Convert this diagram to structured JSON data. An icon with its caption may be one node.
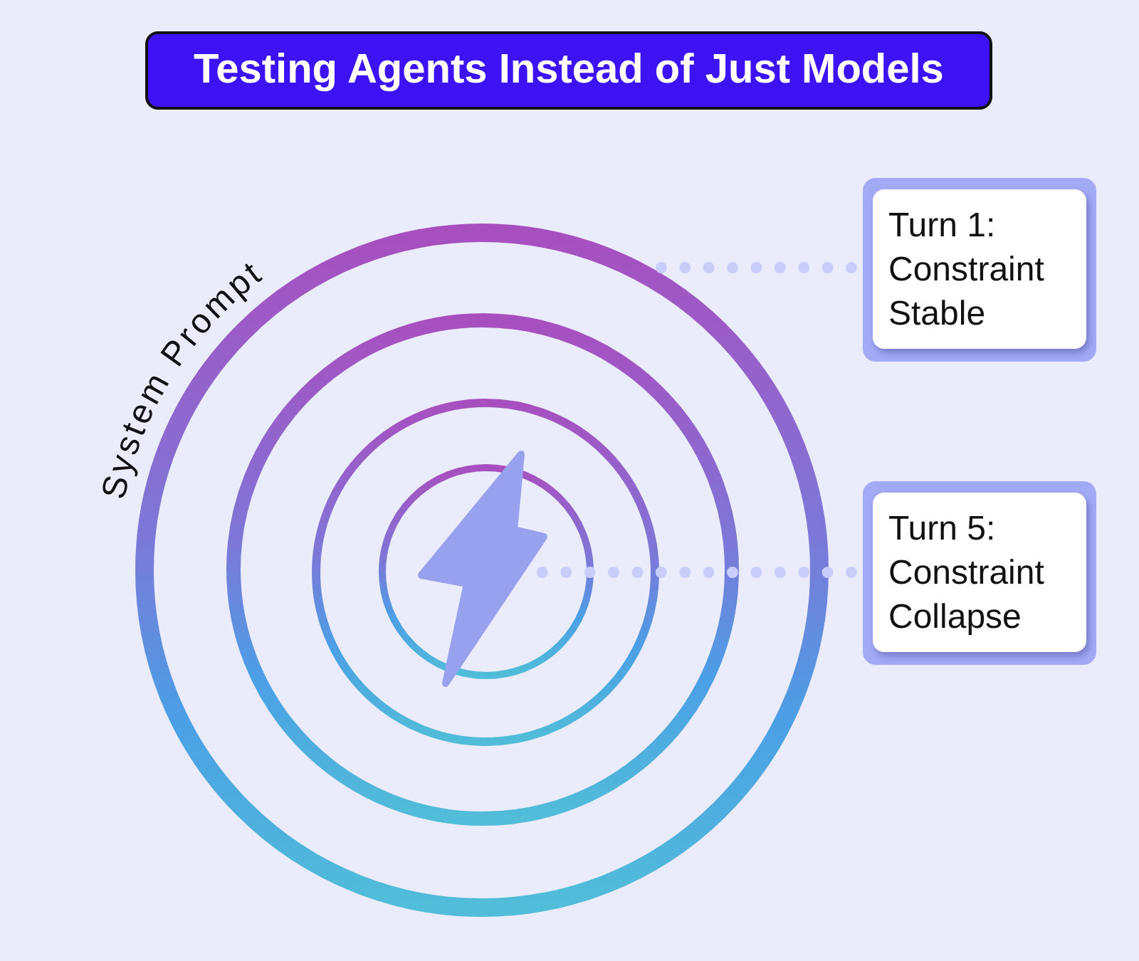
{
  "diagram": {
    "title": "Testing Agents Instead of Just Models",
    "nodes": [
      {
        "text": [
          "System Prompt"
        ]
      },
      {
        "text": [],
        "shape": "circle",
        "in": 0
      },
      {
        "text": [],
        "shape": "circle",
        "in": 1
      },
      {
        "text": [],
        "shape": "circle",
        "in": 2
      },
      {
        "text": [],
        "shape": "bolt",
        "in": 2
      },
      {
        "text": [
          "Turn 1: Constraint Stable"
        ]
      },
      {
        "text": [
          "Turn 5: Constraint Collapse"
        ]
      }
    ],
    "edges": [
      {
        "from": 5,
        "to": 0,
        "arrow": "none",
        "style": "dashed"
      },
      {
        "from": 6,
        "to": 4,
        "arrow": "none",
        "style": "dashed"
      }
    ]
  }
}
